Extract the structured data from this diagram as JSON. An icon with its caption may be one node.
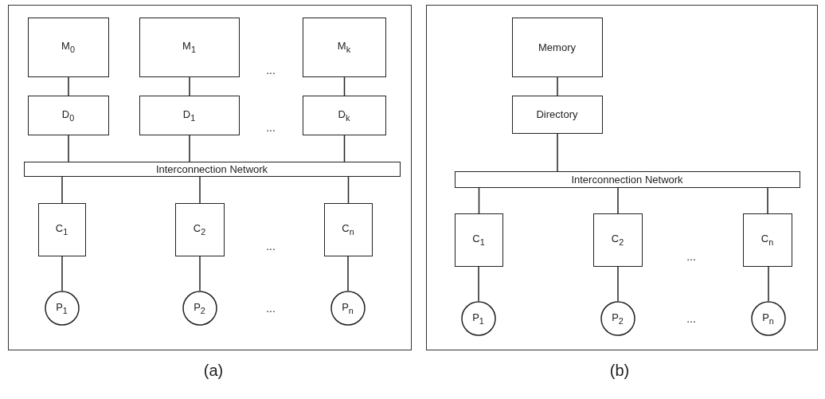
{
  "diagram": {
    "nodes": [
      {
        "text": [],
        "shape": "box",
        "beside": [
          "(a)"
        ]
      },
      {
        "text": [
          "M$_{0}$"
        ],
        "in": 0
      },
      {
        "text": [
          "M$_{1}$"
        ],
        "in": 0
      },
      {
        "text": [
          "M$_{k}$"
        ],
        "in": 0
      },
      {
        "text": [
          "D$_{0}$"
        ],
        "in": 0
      },
      {
        "text": [
          "D$_{1}$"
        ],
        "in": 0
      },
      {
        "text": [
          "D$_{k}$"
        ],
        "in": 0
      },
      {
        "text": [
          "Interconnection Network"
        ],
        "in": 0
      },
      {
        "text": [
          "C$_{1}$"
        ],
        "in": 0
      },
      {
        "text": [
          "C$_{2}$"
        ],
        "in": 0
      },
      {
        "text": [
          "C$_{n}$"
        ],
        "in": 0
      },
      {
        "text": [
          "P$_{1}$"
        ],
        "in": 0
      },
      {
        "text": [
          "P$_{2}$"
        ],
        "in": 0
      },
      {
        "text": [
          "P$_{n}$"
        ],
        "in": 0
      },
      {
        "text": [],
        "shape": "box",
        "beside": [
          "(b)"
        ]
      },
      {
        "text": [
          "Memory"
        ],
        "in": 14
      },
      {
        "text": [
          "Directory"
        ],
        "in": 14
      },
      {
        "text": [
          "Interconnection Network"
        ],
        "in": 14
      },
      {
        "text": [
          "C$_{1}$"
        ],
        "in": 14
      },
      {
        "text": [
          "C$_{2}$"
        ],
        "in": 14
      },
      {
        "text": [
          "C$_{n}$"
        ],
        "in": 14
      },
      {
        "text": [
          "P$_{1}$"
        ],
        "in": 14
      },
      {
        "text": [
          "P$_{2}$"
        ],
        "in": 14
      },
      {
        "text": [
          "P$_{n}$"
        ],
        "in": 14
      }
    ],
    "edges": [
      {
        "from": 1,
        "to": 4,
        "arrow": "none"
      },
      {
        "from": 2,
        "to": 5,
        "arrow": "none"
      },
      {
        "from": 3,
        "to": 6,
        "arrow": "none"
      },
      {
        "from": 4,
        "to": 7,
        "arrow": "none"
      },
      {
        "from": 5,
        "to": 7,
        "arrow": "none"
      },
      {
        "from": 6,
        "to": 7,
        "arrow": "none"
      },
      {
        "from": 7,
        "to": 8,
        "arrow": "none"
      },
      {
        "from": 7,
        "to": 9,
        "arrow": "none"
      },
      {
        "from": 7,
        "to": 10,
        "arrow": "none"
      },
      {
        "from": 8,
        "to": 11,
        "arrow": "none"
      },
      {
        "from": 9,
        "to": 12,
        "arrow": "none"
      },
      {
        "from": 10,
        "to": 13,
        "arrow": "none"
      },
      {
        "from": 15,
        "to": 16,
        "arrow": "none"
      },
      {
        "from": 16,
        "to": 17,
        "arrow": "none"
      },
      {
        "from": 17,
        "to": 18,
        "arrow": "none"
      },
      {
        "from": 17,
        "to": 19,
        "arrow": "none"
      },
      {
        "from": 17,
        "to": 20,
        "arrow": "none"
      },
      {
        "from": 18,
        "to": 21,
        "arrow": "none"
      },
      {
        "from": 19,
        "to": 22,
        "arrow": "none"
      },
      {
        "from": 20,
        "to": 23,
        "arrow": "none"
      }
    ],
    "labels": [
      "...",
      "...",
      "...",
      "...",
      "...",
      "..."
    ]
  }
}
